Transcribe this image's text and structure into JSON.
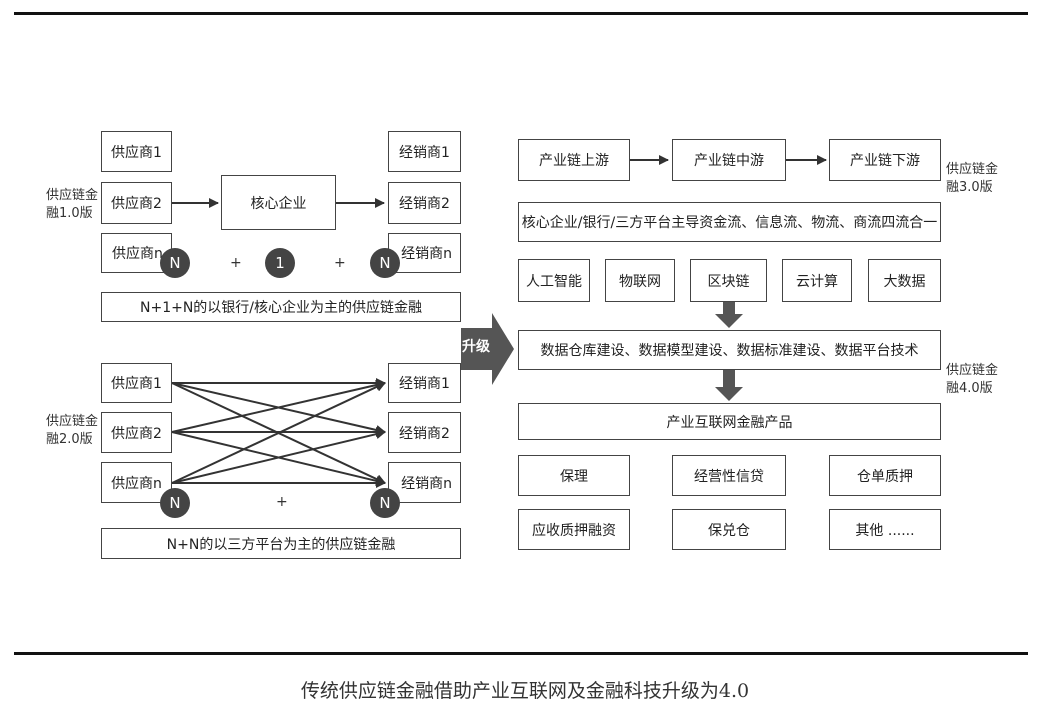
{
  "v1": {
    "title_lines": [
      "供应链金",
      "融1.0版"
    ],
    "suppliers": [
      "供应商1",
      "供应商2",
      "供应商n"
    ],
    "core": "核心企业",
    "dealers": [
      "经销商1",
      "经销商2",
      "经销商n"
    ],
    "circles": [
      "N",
      "1",
      "N"
    ],
    "plus": "+",
    "summary": "N+1+N的以银行/核心企业为主的供应链金融"
  },
  "v2": {
    "title_lines": [
      "供应链金",
      "融2.0版"
    ],
    "suppliers": [
      "供应商1",
      "供应商2",
      "供应商n"
    ],
    "dealers": [
      "经销商1",
      "经销商2",
      "经销商n"
    ],
    "circles": [
      "N",
      "N"
    ],
    "plus": "+",
    "summary": "N+N的以三方平台为主的供应链金融"
  },
  "upgrade_label": "升级",
  "v3": {
    "title_lines": [
      "供应链金",
      "融3.0版"
    ],
    "chain": [
      "产业链上游",
      "产业链中游",
      "产业链下游"
    ],
    "flow": "核心企业/银行/三方平台主导资金流、信息流、物流、商流四流合一"
  },
  "v4": {
    "title_lines": [
      "供应链金",
      "融4.0版"
    ],
    "tech": [
      "人工智能",
      "物联网",
      "区块链",
      "云计算",
      "大数据"
    ],
    "data_layer": "数据仓库建设、数据模型建设、数据标准建设、数据平台技术",
    "product_layer": "产业互联网金融产品",
    "products": [
      "保理",
      "经营性信贷",
      "仓单质押",
      "应收质押融资",
      "保兑仓",
      "其他 ......"
    ]
  },
  "caption": "传统供应链金融借助产业互联网及金融科技升级为4.0",
  "colors": {
    "line": "#444444",
    "arrow": "#555555",
    "text": "#222222"
  }
}
